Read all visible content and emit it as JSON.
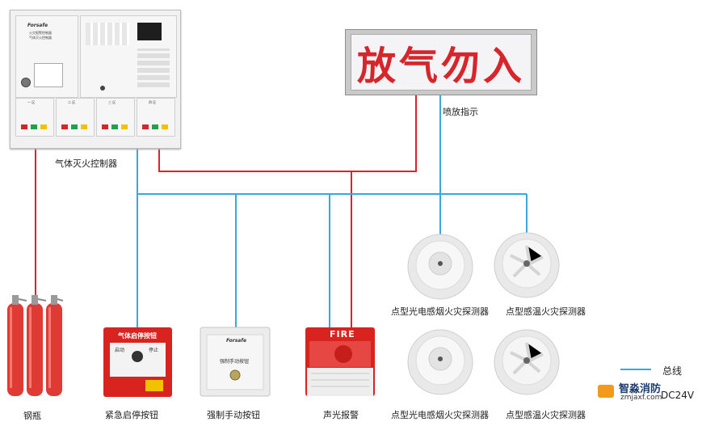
{
  "sign": {
    "text": "放气勿入",
    "caption": "喷放指示"
  },
  "controller": {
    "caption": "气体灭火控制器",
    "brand": "Forsafe",
    "subtitle1": "火灾报警控制器",
    "subtitle2": "气体灭火控制器",
    "zone_labels": [
      "一 区",
      "二 区",
      "三 区",
      "四 区"
    ]
  },
  "devices": {
    "cylinders": "钢瓶",
    "emergency_button": {
      "label": "紧急启停按钮",
      "panel_title": "气体启停按钮",
      "start": "启动",
      "stop": "停止"
    },
    "manual_button": {
      "label": "强制手动按钮",
      "brand": "Forsafe",
      "panel_text": "强制手动按钮"
    },
    "alarm": {
      "label": "声光报警",
      "fire_text": "FIRE"
    },
    "smoke_top": "点型光电感烟火灾探测器",
    "heat_top": "点型感温火灾探测器",
    "smoke_bottom": "点型光电感烟火灾探测器",
    "heat_bottom": "点型感温火灾探测器"
  },
  "legend": {
    "bus_label": "总线",
    "power_label": "DC24V",
    "bus_color": "#3aa8dc",
    "power_color": "#d6262b"
  },
  "watermark": {
    "name": "智淼消防",
    "url": "zmjaxf.com"
  }
}
